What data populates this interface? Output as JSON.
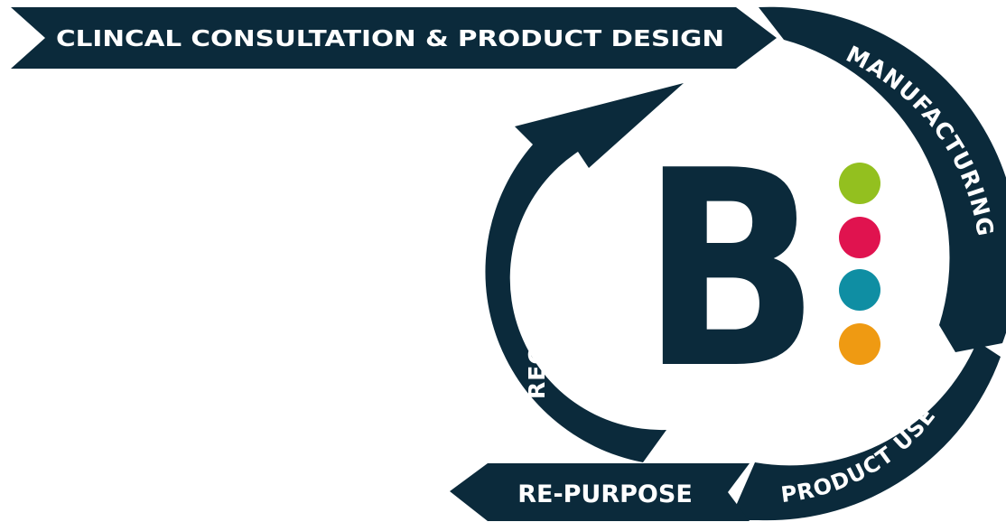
{
  "colors": {
    "navy": "#0b2a3b",
    "white": "#ffffff",
    "dot_green": "#93c01f",
    "dot_pink": "#e0134f",
    "dot_teal": "#0f8ea3",
    "dot_orange": "#ef9a12"
  },
  "stages": {
    "consultation": "CLINCAL CONSULTATION & PRODUCT DESIGN",
    "manufacturing": "MANUFACTURING",
    "product_use": "PRODUCT USE",
    "re_purpose": "RE-PURPOSE",
    "recycling": "RECYCLING"
  },
  "logo": {
    "letter": "B",
    "dots": [
      "green",
      "pink",
      "teal",
      "orange"
    ]
  }
}
